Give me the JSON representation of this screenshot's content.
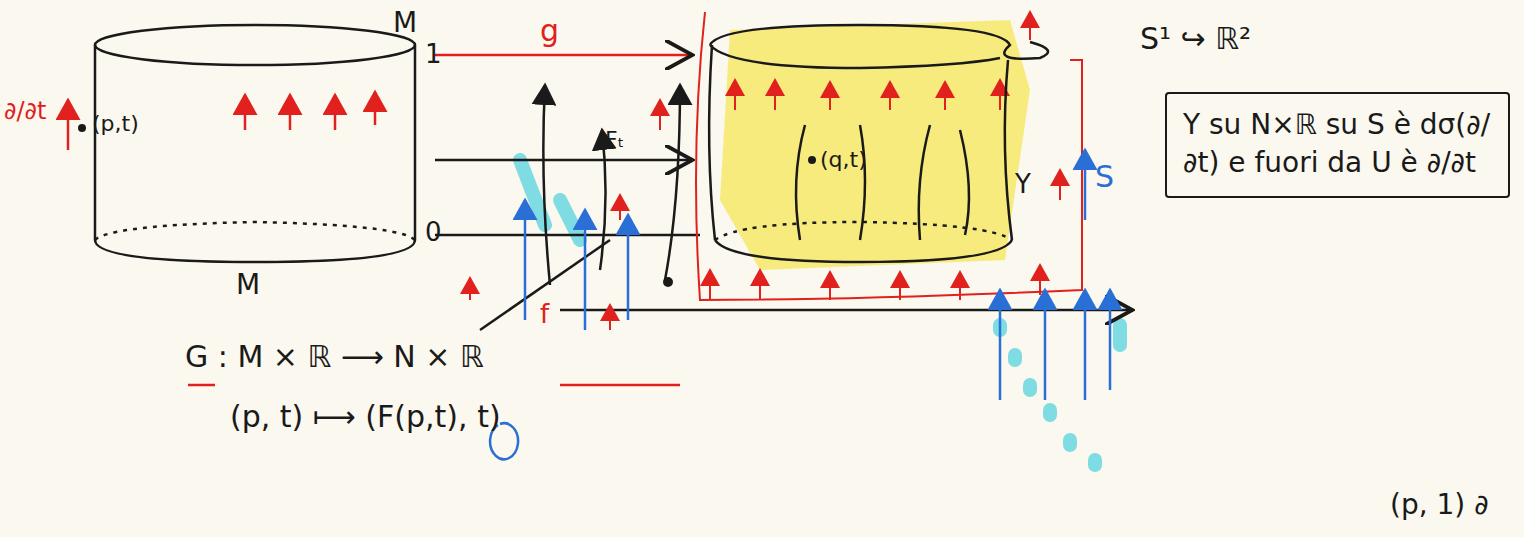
{
  "diagram": {
    "nodes": [
      {
        "text": [
          "Y su N×ℝ su S è dσ(∂/∂t) e fuori da U è ∂/∂t"
        ]
      }
    ],
    "labels": [
      "M",
      "1",
      "g",
      "∂/∂t",
      "(p,t)",
      "M",
      "0",
      "Fₜ",
      "f",
      "(q,t)",
      "Y",
      "S",
      "S¹ ↪ ℝ²",
      "G : M × ℝ ⟶ N × ℝ",
      "(p, t) ⟼ (F(p,t), t)",
      "(p, 1) ∂"
    ]
  }
}
